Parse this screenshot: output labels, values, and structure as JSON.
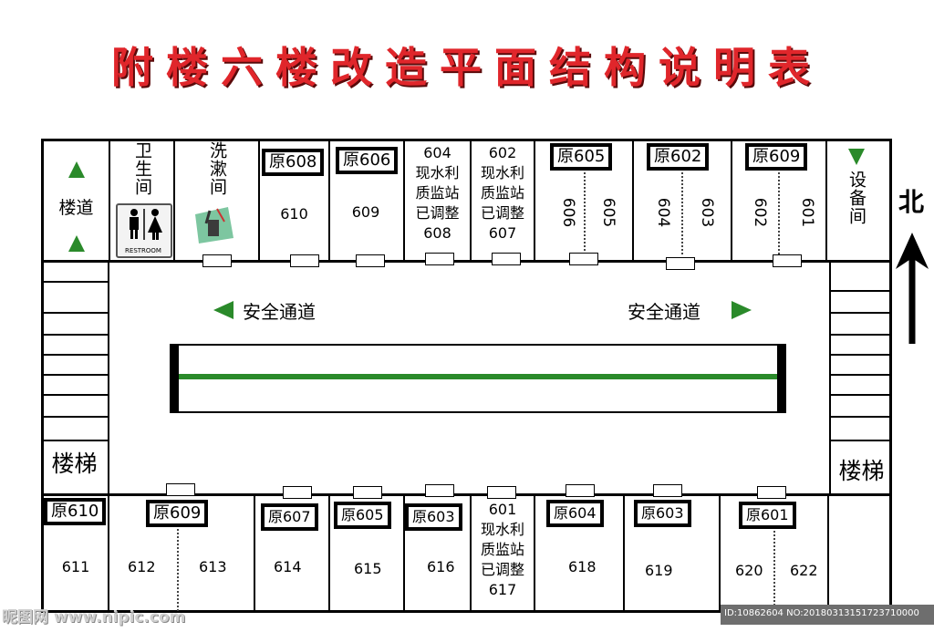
{
  "title": "附楼六楼改造平面结构说明表",
  "north": "北",
  "corridor": {
    "left_label": "安全通道",
    "right_label": "安全通道"
  },
  "top_rooms": {
    "stair": "楼道",
    "restroom": "卫生间",
    "restroom_sign": "RESTROOM",
    "washroom": "洗漱间",
    "equipment": "设备间",
    "r1": {
      "orig": "原608",
      "num": "610"
    },
    "r2": {
      "orig": "原606",
      "num": "609"
    },
    "r3": {
      "text": [
        "604",
        "现水利",
        "质监站",
        "已调整",
        "608"
      ]
    },
    "r4": {
      "text": [
        "602",
        "现水利",
        "质监站",
        "已调整",
        "607"
      ]
    },
    "r5": {
      "orig": "原605",
      "a": "606",
      "b": "605"
    },
    "r6": {
      "orig": "原602",
      "a": "604",
      "b": "603"
    },
    "r7": {
      "orig": "原609",
      "a": "602",
      "b": "601"
    }
  },
  "stairs": {
    "left": "楼梯",
    "right": "楼梯"
  },
  "bottom_rooms": {
    "b1": {
      "orig": "原610",
      "num": "611"
    },
    "b2": {
      "orig": "原609",
      "a": "612",
      "b": "613"
    },
    "b3": {
      "orig": "原607",
      "num": "614"
    },
    "b4": {
      "orig": "原605",
      "num": "615"
    },
    "b5": {
      "orig": "原603",
      "num": "616"
    },
    "b6": {
      "text": [
        "601",
        "现水利",
        "质监站",
        "已调整",
        "617"
      ]
    },
    "b7": {
      "orig": "原604",
      "num": "618"
    },
    "b8": {
      "orig": "原603",
      "num": "619"
    },
    "b9": {
      "orig": "原601",
      "a": "620",
      "b": "622"
    }
  },
  "watermark": {
    "left": "昵图网 www.nipic.com",
    "right": "ID:10862604 NO:20180313151723710000"
  },
  "colors": {
    "title": "#e0262b",
    "arrow": "#2a8a2a",
    "line": "#2a8a2a"
  }
}
